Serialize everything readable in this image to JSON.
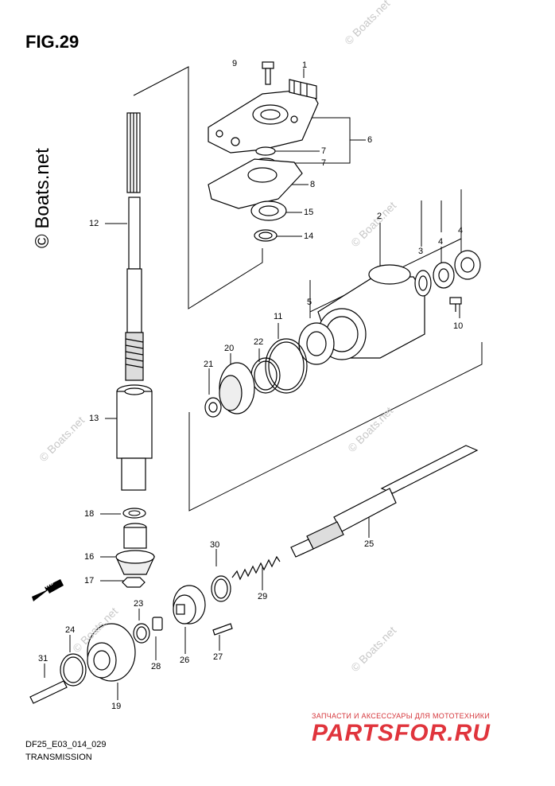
{
  "figure": {
    "title": "FIG.29",
    "code": "DF25_E03_014_029",
    "caption": "TRANSMISSION"
  },
  "watermark": {
    "vertical": "© Boats.net",
    "diagonal": "© Boats.net"
  },
  "fwd_label": "FWD",
  "shop": {
    "tagline": "ЗАПЧАСТИ И АКСЕССУАРЫ ДЛЯ МОТОТЕХНИКИ",
    "logo": "PARTSFOR.RU",
    "color": "#e0343c"
  },
  "part_labels": [
    "1",
    "2",
    "3",
    "4",
    "4",
    "5",
    "6",
    "7",
    "7",
    "8",
    "9",
    "10",
    "11",
    "12",
    "13",
    "14",
    "15",
    "16",
    "17",
    "18",
    "19",
    "20",
    "21",
    "22",
    "23",
    "24",
    "25",
    "26",
    "27",
    "28",
    "29",
    "30",
    "31"
  ]
}
